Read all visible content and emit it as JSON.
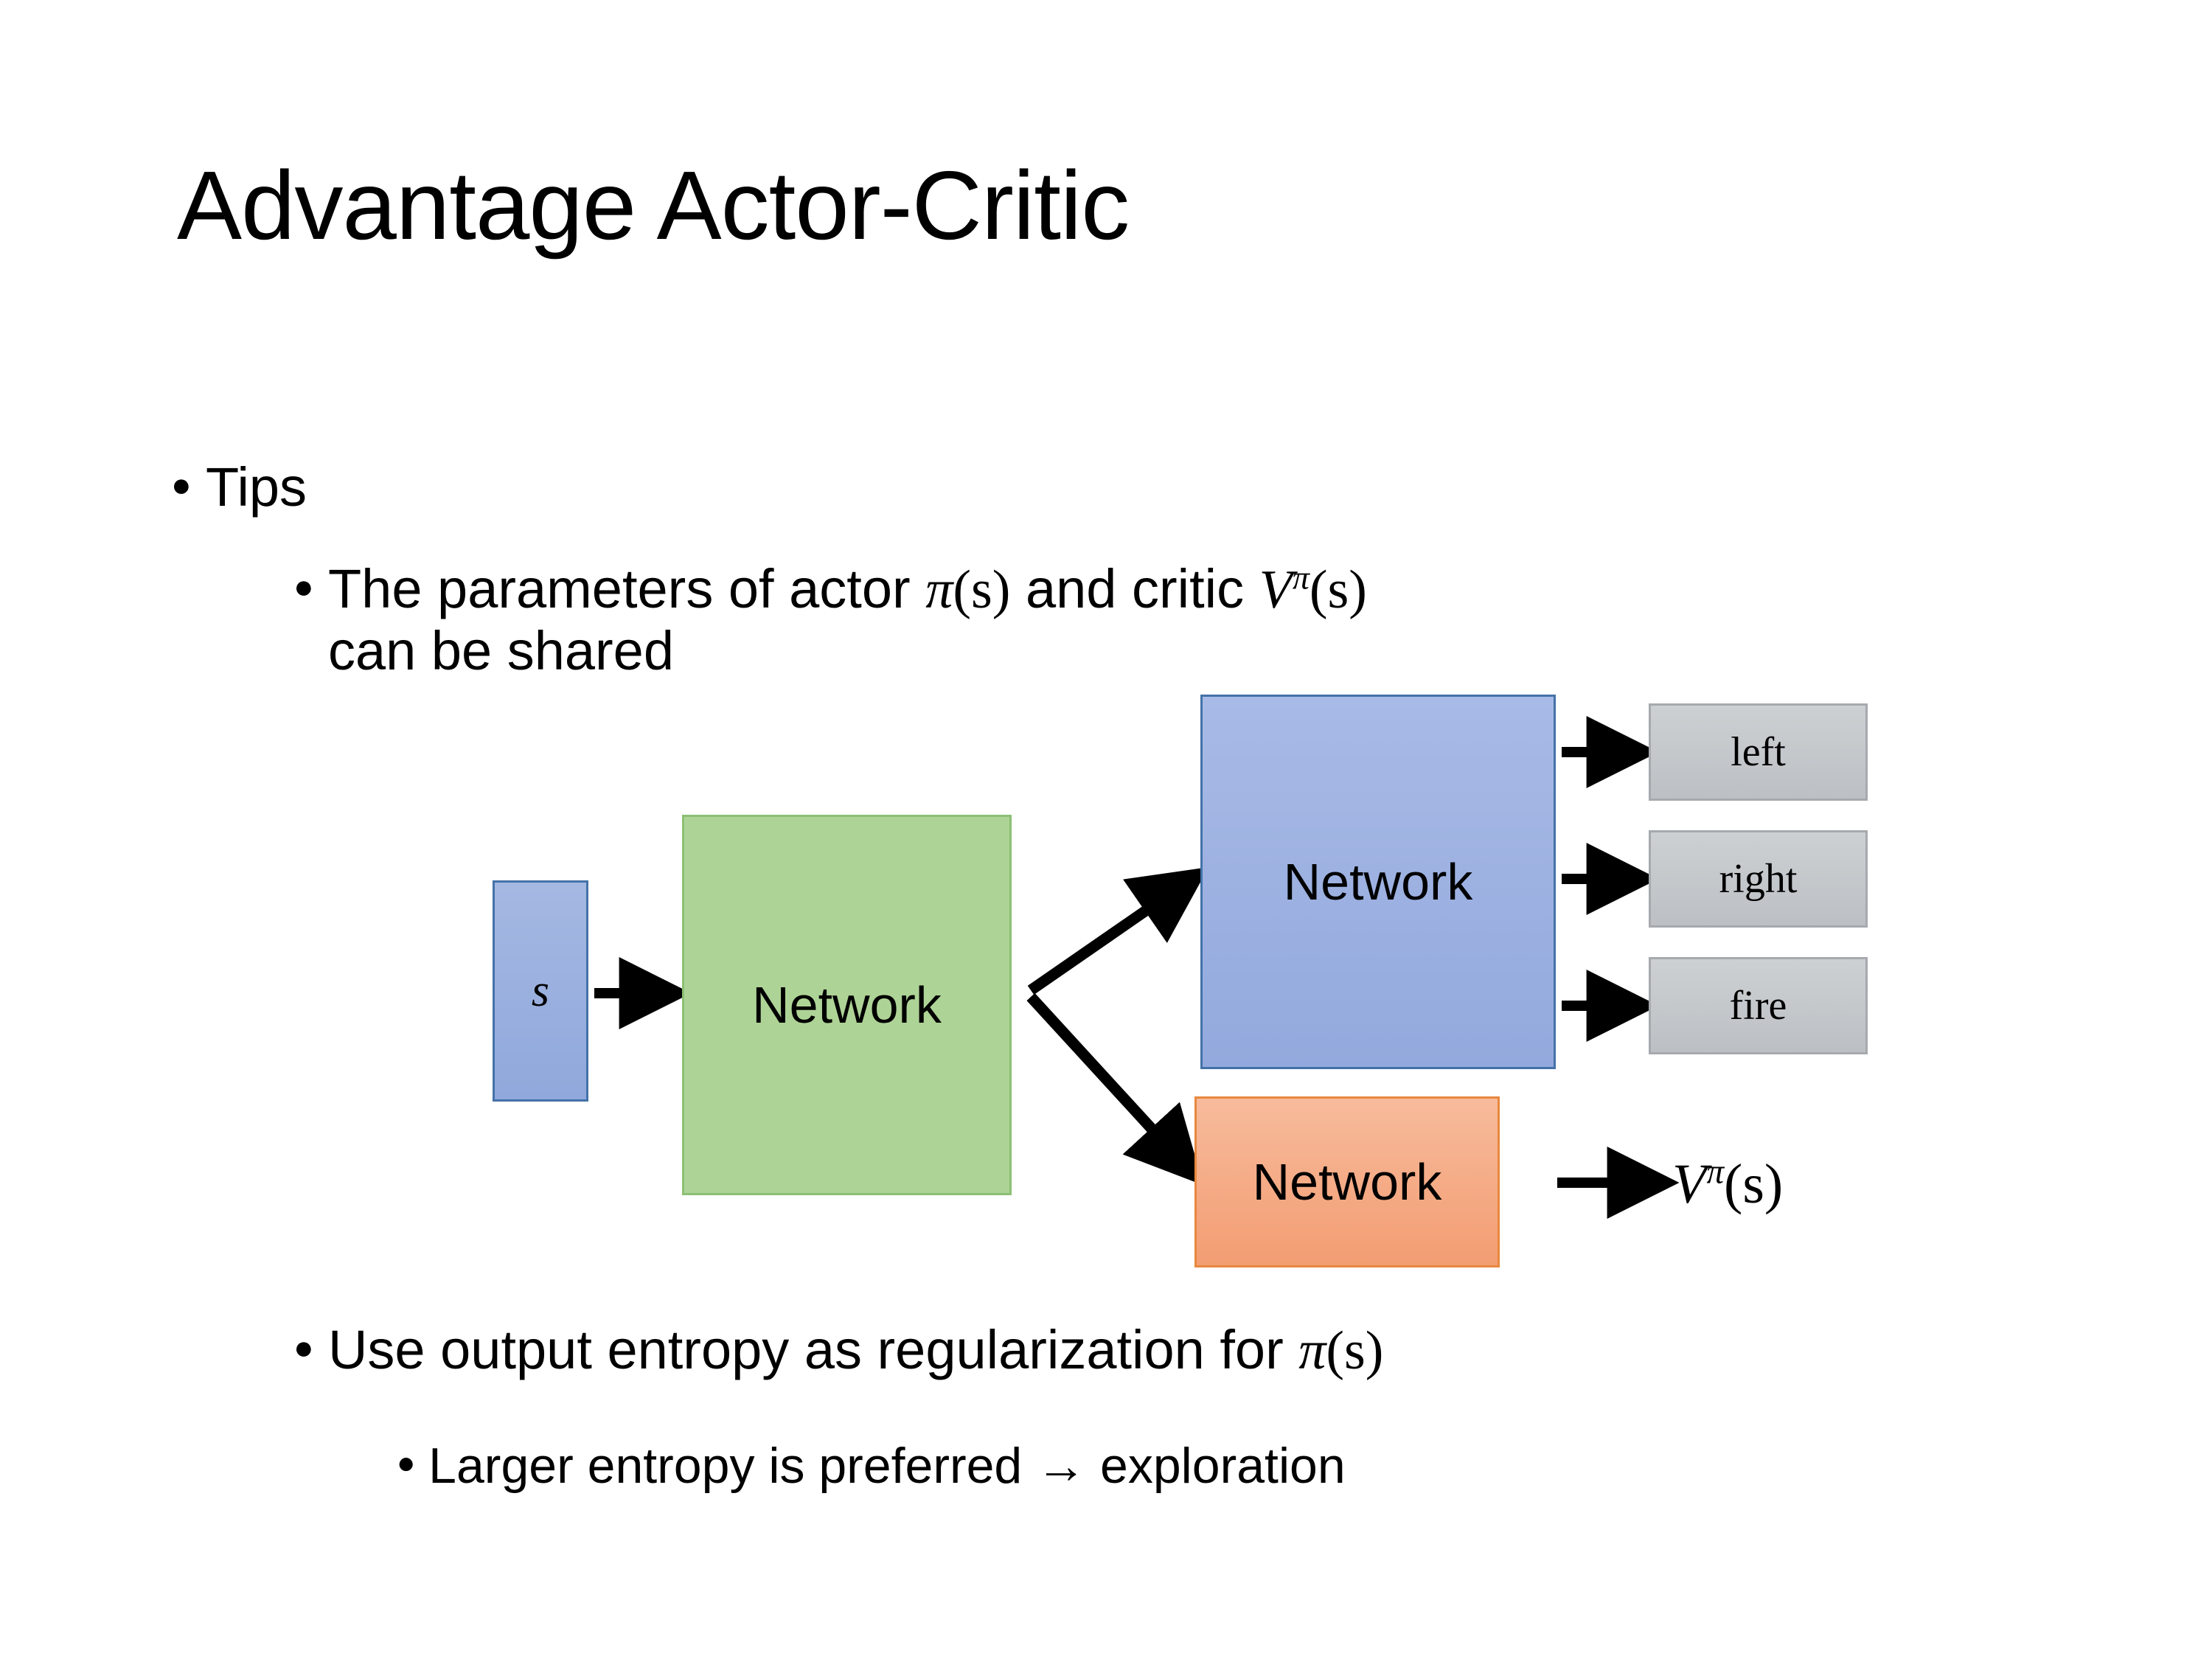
{
  "slide": {
    "title": "Advantage Actor-Critic",
    "bullets": {
      "tips": "Tips",
      "params_pre": "The parameters of actor ",
      "params_pi": "π",
      "params_arg1": "(s)",
      "params_mid": "  and critic ",
      "params_v": "V",
      "params_sup": "π",
      "params_arg2": "(s)",
      "params_line2": "can be shared",
      "entropy_pre": "Use output entropy as regularization for ",
      "entropy_pi": "π",
      "entropy_arg": "(s)",
      "larger": "Larger entropy is preferred → exploration"
    }
  },
  "diagram": {
    "state_label": "s",
    "shared_network_label": "Network",
    "actor_network_label": "Network",
    "critic_network_label": "Network",
    "actions": [
      "left",
      "right",
      "fire"
    ],
    "value_output": {
      "symbol": "V",
      "superscript": "π",
      "argument": "(s)"
    },
    "colors": {
      "state_box": "#9BB0E0",
      "shared_box": "#AED396",
      "actor_box": "#9BB0E0",
      "critic_box": "#F3A57D",
      "action_box": "#C5C8CB",
      "arrow": "#000000"
    }
  }
}
